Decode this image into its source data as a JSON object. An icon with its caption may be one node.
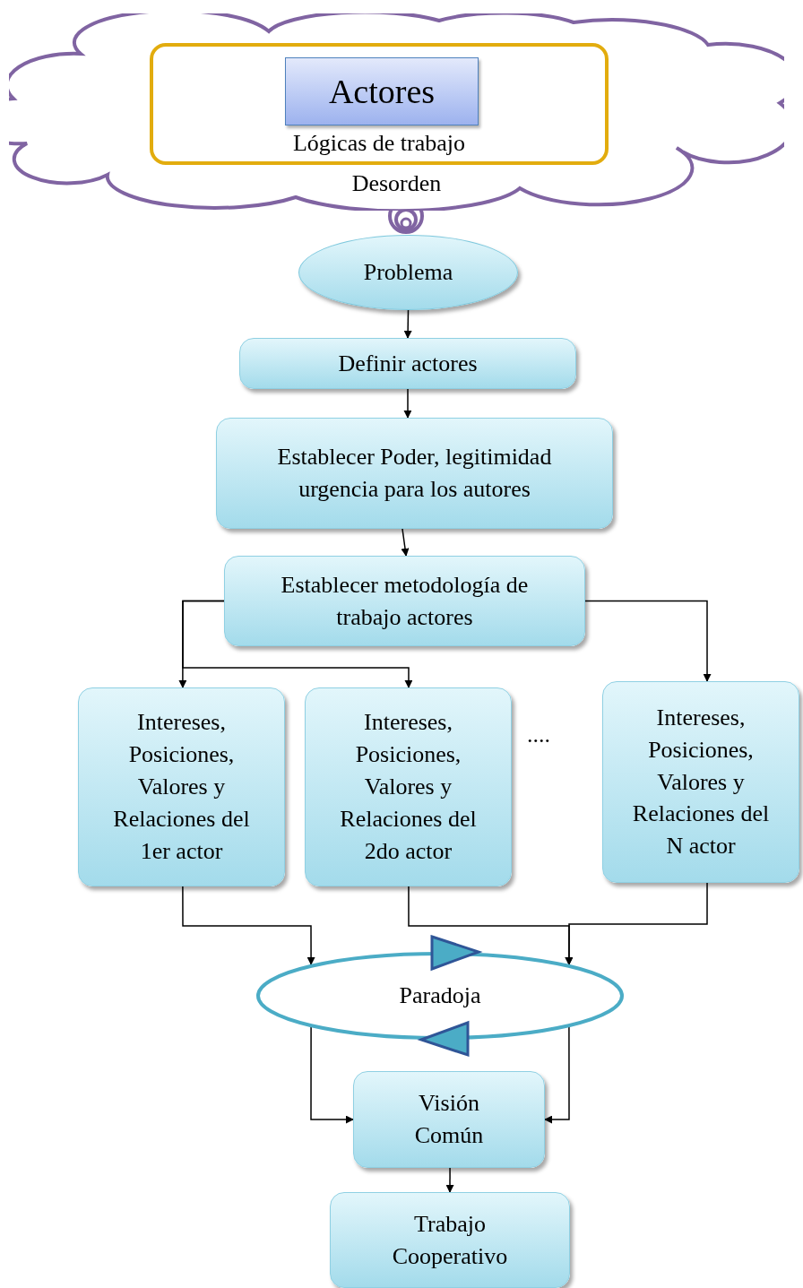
{
  "diagram": {
    "nodes": [
      {
        "text": [
          "Desorden"
        ]
      },
      {
        "text": [
          "Lógicas de trabajo"
        ],
        "in": 0
      },
      {
        "text": [
          "Actores"
        ],
        "in": 1
      },
      {
        "text": [
          "Problema"
        ]
      },
      {
        "text": [
          "Definir actores"
        ]
      },
      {
        "text": [
          "Establecer Poder, legitimidad urgencia para los autores"
        ]
      },
      {
        "text": [
          "Establecer metodología de trabajo actores"
        ]
      },
      {
        "text": [
          "Intereses, Posiciones, Valores y Relaciones del 1er actor"
        ]
      },
      {
        "text": [
          "Intereses, Posiciones, Valores y Relaciones del 2do actor"
        ]
      },
      {
        "text": [
          "Intereses, Posiciones, Valores y Relaciones del N actor"
        ]
      },
      {
        "text": [
          "Paradoja"
        ]
      },
      {
        "text": [
          "Visión Común"
        ]
      },
      {
        "text": [
          "Trabajo Cooperativo"
        ]
      }
    ],
    "edges": [
      {
        "from": 3,
        "to": 4,
        "arrow": "to"
      },
      {
        "from": 4,
        "to": 5,
        "arrow": "to"
      },
      {
        "from": 5,
        "to": 6,
        "arrow": "to"
      },
      {
        "from": 6,
        "to": 7,
        "arrow": "to"
      },
      {
        "from": 6,
        "to": 8,
        "arrow": "to"
      },
      {
        "from": 6,
        "to": 9,
        "arrow": "to"
      },
      {
        "from": 7,
        "to": 10,
        "arrow": "to"
      },
      {
        "from": 8,
        "to": 10,
        "arrow": "to"
      },
      {
        "from": 9,
        "to": 10,
        "arrow": "to"
      },
      {
        "from": 10,
        "to": 11,
        "arrow": "to"
      },
      {
        "from": 10,
        "to": 11,
        "arrow": "to"
      },
      {
        "from": 11,
        "to": 12,
        "arrow": "to"
      }
    ],
    "labels": [
      "...."
    ]
  }
}
